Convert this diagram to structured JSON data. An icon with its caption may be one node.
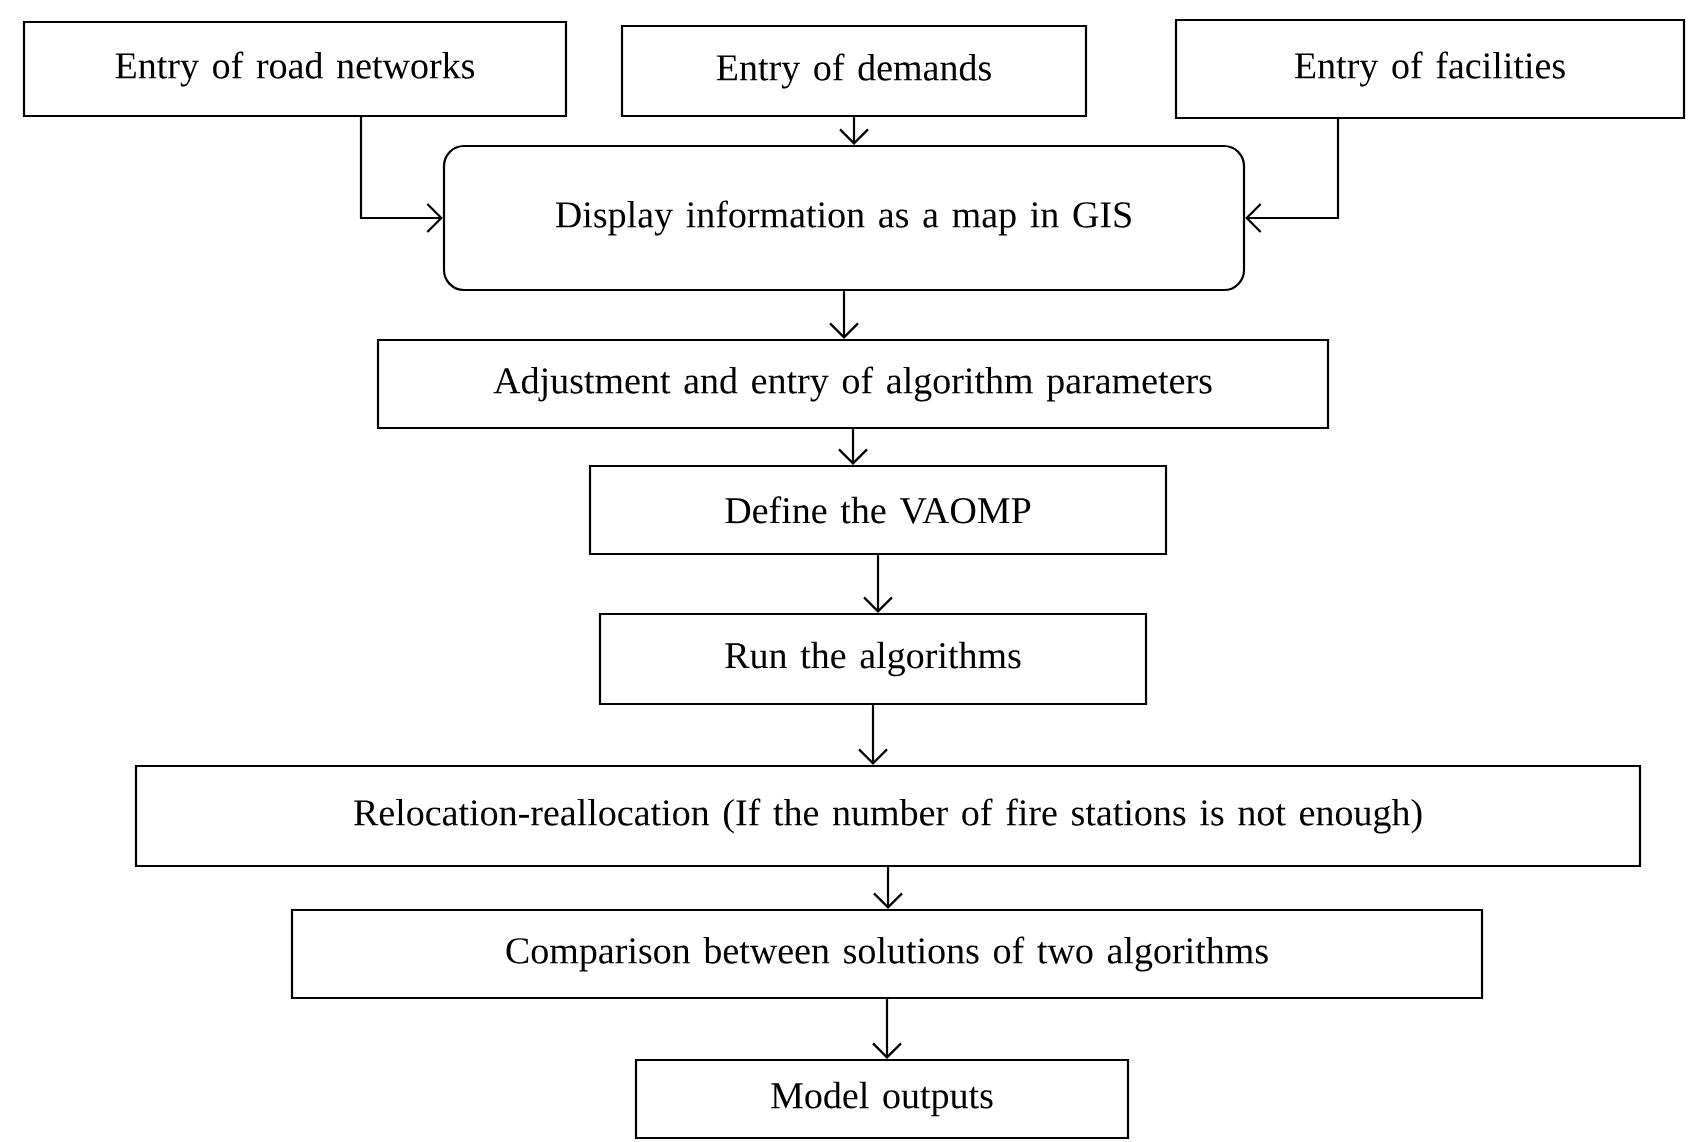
{
  "diagram": {
    "nodes": [
      {
        "text": [
          "Entry of road networks"
        ]
      },
      {
        "text": [
          "Entry of demands"
        ]
      },
      {
        "text": [
          "Entry of facilities"
        ]
      },
      {
        "text": [
          "Display information as a map in GIS"
        ]
      },
      {
        "text": [
          "Adjustment and entry of algorithm parameters"
        ]
      },
      {
        "text": [
          "Define the VAOMP"
        ]
      },
      {
        "text": [
          "Run the algorithms"
        ]
      },
      {
        "text": [
          "Relocation-reallocation (If the number of fire stations is not enough)"
        ]
      },
      {
        "text": [
          "Comparison between solutions of two algorithms"
        ]
      },
      {
        "text": [
          "Model outputs"
        ]
      }
    ],
    "edges": [
      {
        "from": 0,
        "to": 3,
        "arrow": "to"
      },
      {
        "from": 1,
        "to": 3,
        "arrow": "to"
      },
      {
        "from": 2,
        "to": 3,
        "arrow": "to"
      },
      {
        "from": 3,
        "to": 4,
        "arrow": "to"
      },
      {
        "from": 4,
        "to": 5,
        "arrow": "to"
      },
      {
        "from": 5,
        "to": 6,
        "arrow": "to"
      },
      {
        "from": 6,
        "to": 7,
        "arrow": "to"
      },
      {
        "from": 7,
        "to": 8,
        "arrow": "to"
      },
      {
        "from": 8,
        "to": 9,
        "arrow": "to"
      }
    ]
  }
}
